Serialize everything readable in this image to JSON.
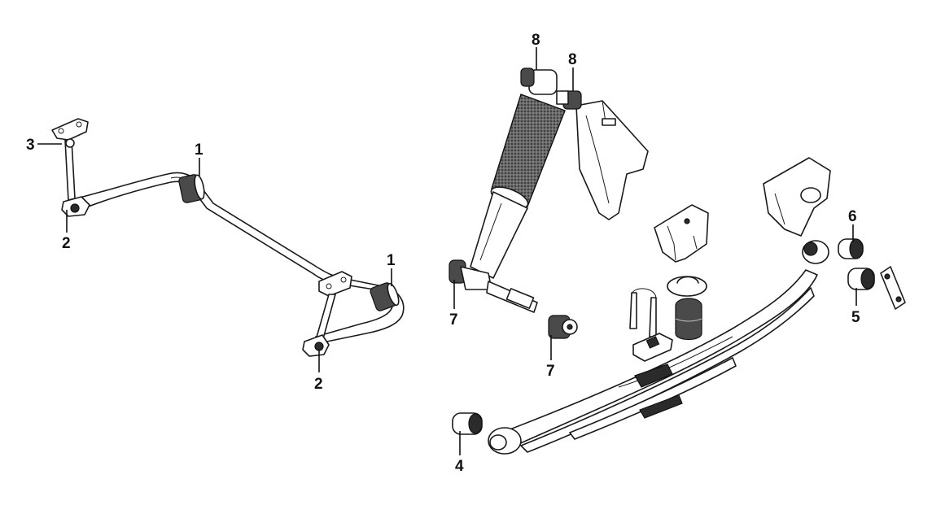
{
  "callouts": {
    "c1a": "1",
    "c1b": "1",
    "c2a": "2",
    "c2b": "2",
    "c3": "3",
    "c4": "4",
    "c5": "5",
    "c6": "6",
    "c7a": "7",
    "c7b": "7",
    "c8a": "8",
    "c8b": "8"
  },
  "colors": {
    "ink": "#111111",
    "background": "#ffffff"
  }
}
